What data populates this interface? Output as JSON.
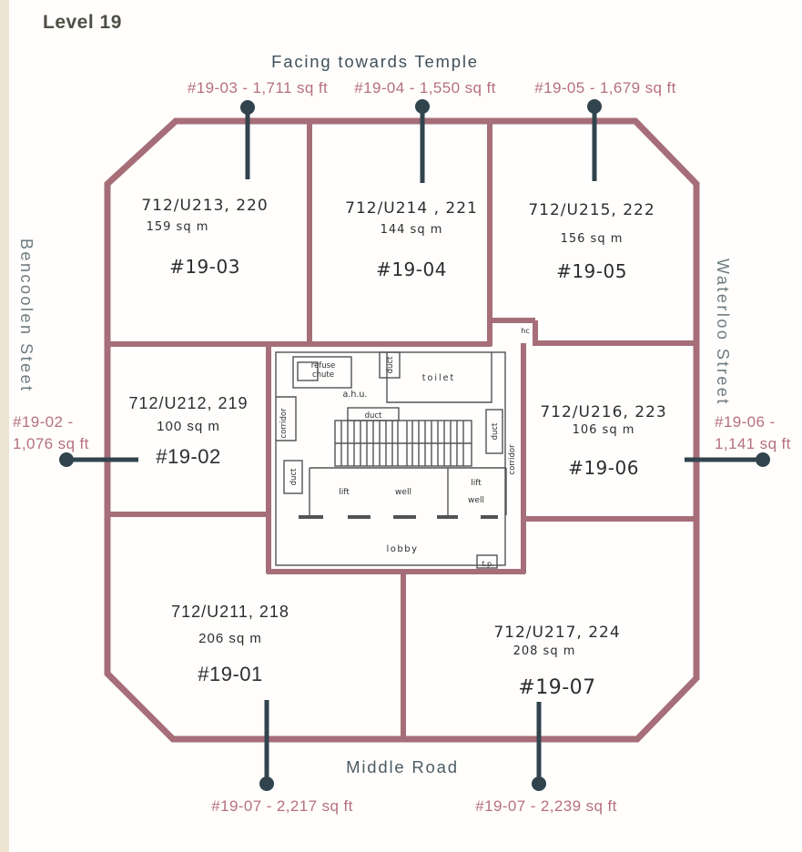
{
  "title": "Level 19",
  "orientation": {
    "top": "Facing towards Temple",
    "bottom": "Middle Road",
    "left": "Bencoolen Steet",
    "right": "Waterloo Street"
  },
  "callouts": {
    "top": [
      {
        "label": "#19-03 - 1,711 sq ft"
      },
      {
        "label": "#19-04 - 1,550 sq ft"
      },
      {
        "label": "#19-05 - 1,679 sq ft"
      }
    ],
    "left": {
      "line1": "#19-02 -",
      "line2": "1,076 sq ft"
    },
    "right": {
      "line1": "#19-06 -",
      "line2": "1,141 sq ft"
    },
    "bottom": [
      {
        "label": "#19-07 - 2,217 sq ft"
      },
      {
        "label": "#19-07 - 2,239 sq ft"
      }
    ]
  },
  "units": [
    {
      "strata": "712/U213, 220",
      "area": "159 sq m",
      "number": "#19-03"
    },
    {
      "strata": "712/U214 , 221",
      "area": "144 sq m",
      "number": "#19-04"
    },
    {
      "strata": "712/U215, 222",
      "area": "156 sq m",
      "number": "#19-05"
    },
    {
      "strata": "712/U212, 219",
      "area": "100 sq m",
      "number": "#19-02"
    },
    {
      "strata": "712/U216, 223",
      "area": "106 sq m",
      "number": "#19-06"
    },
    {
      "strata": "712/U211, 218",
      "area": "206 sq m",
      "number": "#19-01"
    },
    {
      "strata": "712/U217, 224",
      "area": "208 sq m",
      "number": "#19-07"
    }
  ],
  "core": {
    "refuse": "refuse",
    "chute": "chute",
    "ahu": "a.h.u.",
    "duct": "duct",
    "toilet": "toilet",
    "corridor": "corridor",
    "lift": "lift",
    "well": "well",
    "lobby": "lobby",
    "tp": "t.p.",
    "hc": "hc"
  },
  "colors": {
    "wall": "#a66e78",
    "pin": "#31444e",
    "callout_text": "#b66f80",
    "heading_text": "#3f505b",
    "street_text": "#6e7b81",
    "page_strip": "#ece4d1"
  }
}
